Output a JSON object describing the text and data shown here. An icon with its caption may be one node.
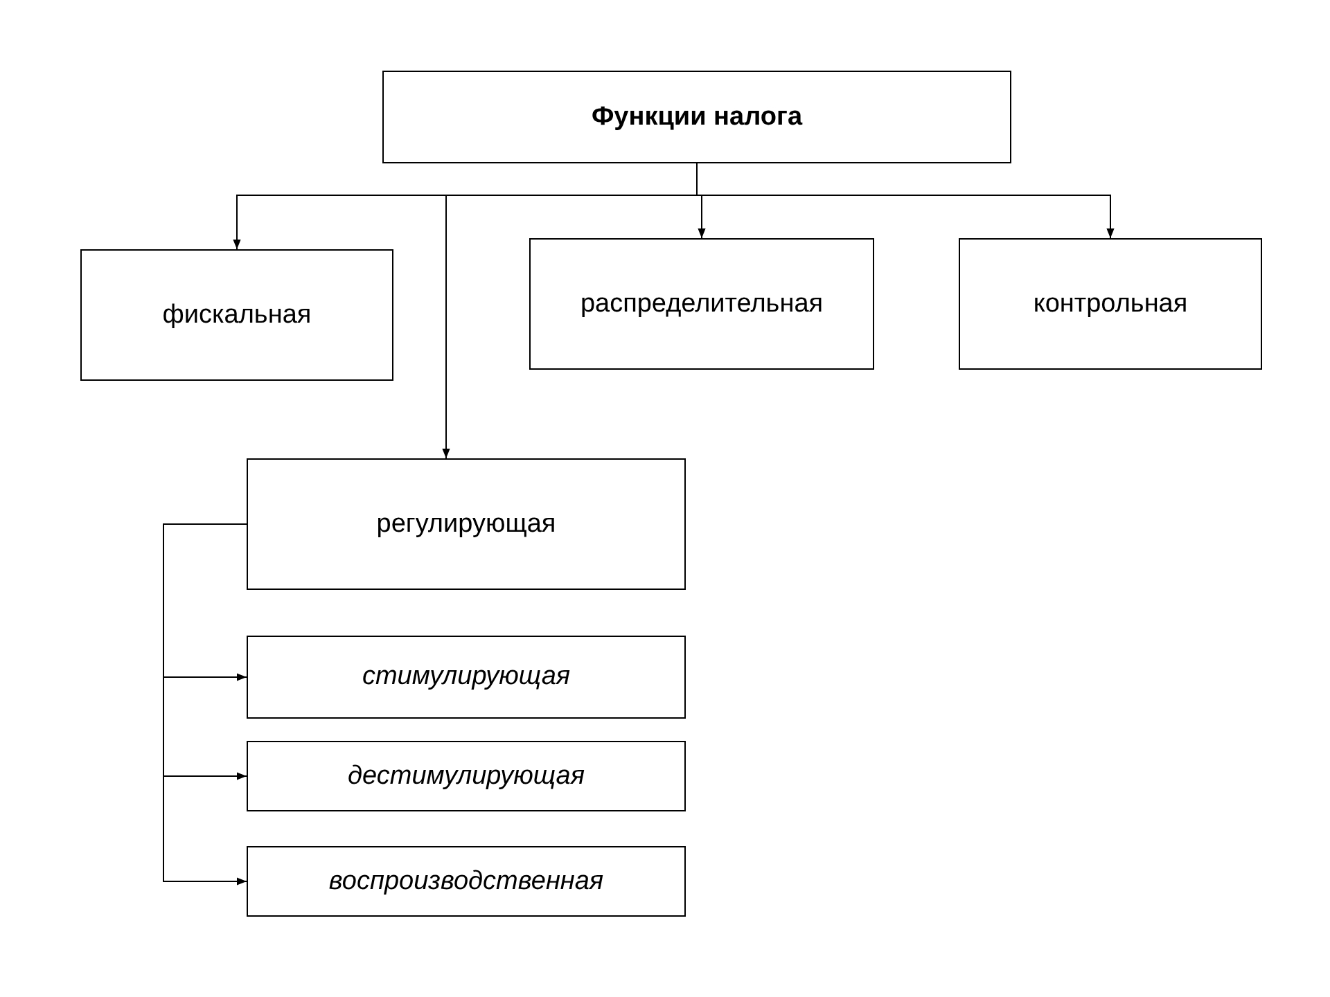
{
  "diagram": {
    "nodes": [
      {
        "text": [
          "Функции налога"
        ]
      },
      {
        "text": [
          "фискальная"
        ]
      },
      {
        "text": [
          "распределительная"
        ]
      },
      {
        "text": [
          "контрольная"
        ]
      },
      {
        "text": [
          "регулирующая"
        ]
      },
      {
        "text": [
          "стимулирующая"
        ]
      },
      {
        "text": [
          "дестимулирующая"
        ]
      },
      {
        "text": [
          "воспроизводственная"
        ]
      }
    ],
    "edges": [
      {
        "from": 0,
        "to": 1,
        "arrow": "to"
      },
      {
        "from": 0,
        "to": 4,
        "arrow": "to"
      },
      {
        "from": 0,
        "to": 2,
        "arrow": "to"
      },
      {
        "from": 0,
        "to": 3,
        "arrow": "to"
      },
      {
        "from": 4,
        "to": 5,
        "arrow": "to"
      },
      {
        "from": 4,
        "to": 6,
        "arrow": "to"
      },
      {
        "from": 4,
        "to": 7,
        "arrow": "to"
      }
    ]
  }
}
